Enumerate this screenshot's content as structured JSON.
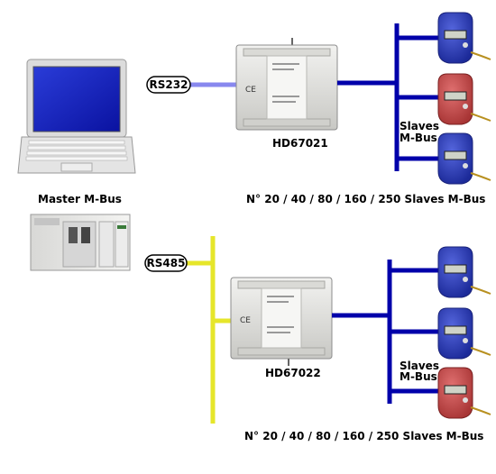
{
  "top": {
    "interface": "RS232",
    "gateway": "HD67021",
    "slaves_label_line1": "Slaves",
    "slaves_label_line2": "M-Bus",
    "slaves_count": "N° 20 / 40 / 80 / 160 / 250 Slaves M-Bus"
  },
  "master_label": "Master M-Bus",
  "bottom": {
    "interface": "RS485",
    "gateway": "HD67022",
    "slaves_label_line1": "Slaves",
    "slaves_label_line2": "M-Bus",
    "slaves_count": "N° 20 / 40 / 80 / 160 / 250 Slaves M-Bus"
  },
  "colors": {
    "bus_blue": "#0000aa",
    "rs232_link": "#8888ee",
    "rs485_bus": "#e6e62a",
    "meter_blue": "#3344bb",
    "meter_red": "#cc5555",
    "laptop_screen": "#1020c0"
  }
}
